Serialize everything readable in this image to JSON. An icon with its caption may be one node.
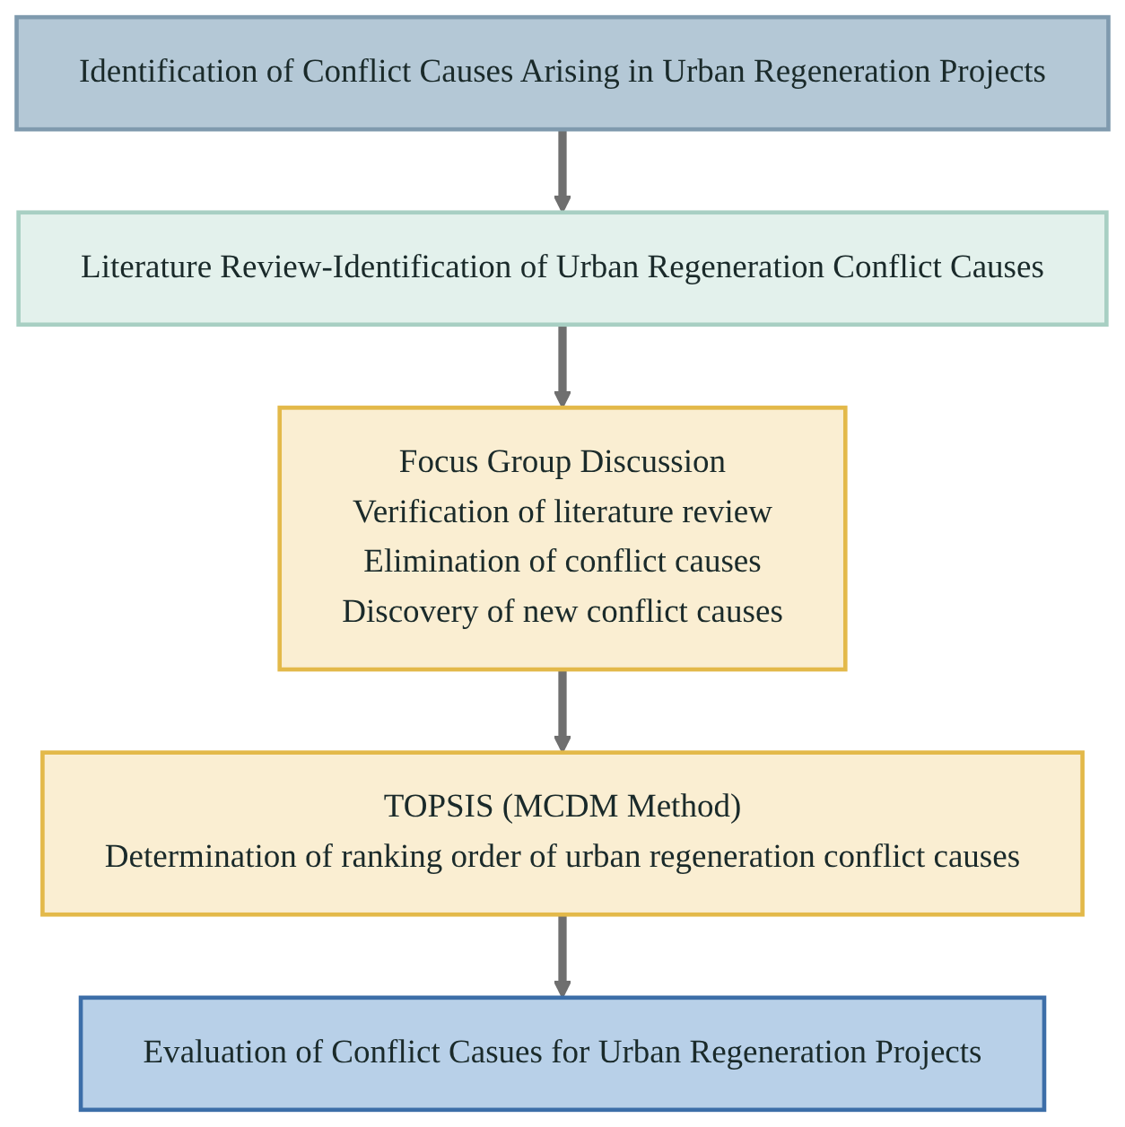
{
  "diagram": {
    "nodes": [
      {
        "text": [
          "Identification of Conflict Causes Arising in Urban Regeneration Projects"
        ]
      },
      {
        "text": [
          "Literature Review-Identification of Urban Regeneration Conflict Causes"
        ]
      },
      {
        "text": [
          "Focus Group Discussion",
          "Verification of literature review",
          "Elimination of conflict causes",
          "Discovery of new conflict causes"
        ]
      },
      {
        "text": [
          "TOPSIS (MCDM Method)",
          "Determination of ranking order of urban regeneration conflict causes"
        ]
      },
      {
        "text": [
          "Evaluation of Conflict Casues for Urban Regeneration Projects"
        ]
      }
    ],
    "edges": [
      {
        "from": 0,
        "to": 1,
        "arrow": "to"
      },
      {
        "from": 1,
        "to": 2,
        "arrow": "to"
      },
      {
        "from": 2,
        "to": 3,
        "arrow": "to"
      },
      {
        "from": 3,
        "to": 4,
        "arrow": "to"
      }
    ]
  }
}
